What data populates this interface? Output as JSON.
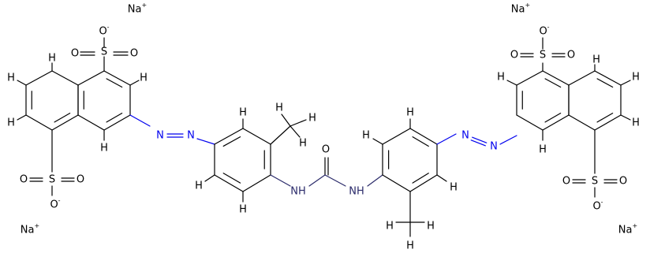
{
  "molecule": {
    "counterions": [
      "Na",
      "Na",
      "Na",
      "Na"
    ],
    "charge_plus": "+",
    "charge_minus": "-",
    "atoms": {
      "H": "H",
      "N": "N",
      "O": "O",
      "S": "S",
      "NH": "NH",
      "Na": "Na"
    }
  }
}
